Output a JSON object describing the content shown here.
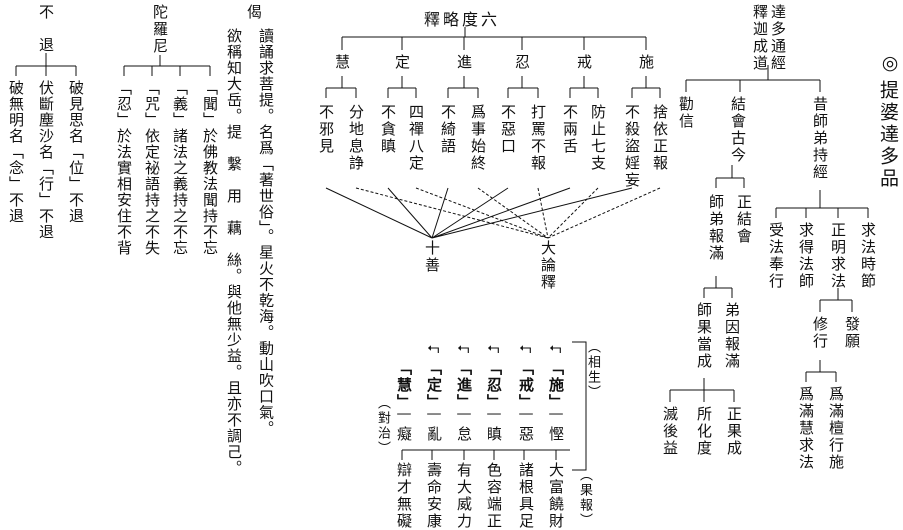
{
  "header": {
    "title_mark": "◎",
    "title": "提婆達多品"
  },
  "top_right": {
    "col1": "達多通經",
    "col2": "釋迦成道",
    "branch_left": "勸信",
    "branch_mid": "結會古今",
    "branch_right": "昔師弟持經"
  },
  "jiehui": {
    "a": "正結會",
    "b": "師弟報滿",
    "c": "弟因報滿",
    "d": "師果當成",
    "e": "正果成",
    "f": "所化度",
    "g": "滅後益"
  },
  "shidi": {
    "a": "求法時節",
    "b": "正明求法",
    "c": "求得法師",
    "d": "受法奉行",
    "e": "發願",
    "f": "修行",
    "g": "爲滿檀行施",
    "h": "爲滿慧求法"
  },
  "liudu": {
    "title": "釋略度六",
    "items": [
      "施",
      "戒",
      "忍",
      "進",
      "定",
      "慧"
    ],
    "sub": [
      [
        "捨依正報",
        "不殺盜婬妄"
      ],
      [
        "防止七支",
        "不兩舌"
      ],
      [
        "打罵不報",
        "不惡口"
      ],
      [
        "爲事始終",
        "不綺語"
      ],
      [
        "四禪八定",
        "不貪瞋"
      ],
      [
        "分地息諍",
        "不邪見"
      ]
    ],
    "shishan": "十善",
    "dalun": "大論釋"
  },
  "pairs": {
    "label_top": "（相生）",
    "label_left": "（對治）",
    "label_bottom": "（果報）",
    "items": [
      "「施」",
      "「戒」",
      "「忍」",
      "「進」",
      "「定」",
      "「慧」"
    ],
    "opp": [
      "慳",
      "惡",
      "瞋",
      "怠",
      "亂",
      "癡"
    ],
    "fruit": [
      "大富饒財",
      "諸根具足",
      "色容端正",
      "有大威力",
      "壽命安康",
      "辯才無礙"
    ],
    "dash": "—",
    "arrow": "⮢"
  },
  "ji": {
    "head": "偈",
    "lines": [
      "讀誦求菩提。名爲「著世俗」。星火不乾海。動山吹口氣。",
      "欲稱知大岳。提　繫　用　藕　絲。與他無少益。且亦不調己。"
    ]
  },
  "tuoluoni": {
    "head": "陀羅尼",
    "lines": [
      "「聞」於佛教法聞持不忘",
      "「義」諸法之義持之不忘",
      "「咒」依定祕語持之不失",
      "「忍」於法實相安住不背"
    ]
  },
  "butui": {
    "head": "不退",
    "lines": [
      "破見思名「位」不退",
      "伏斷塵沙名「行」不退",
      "破無明名「念」不退"
    ]
  }
}
